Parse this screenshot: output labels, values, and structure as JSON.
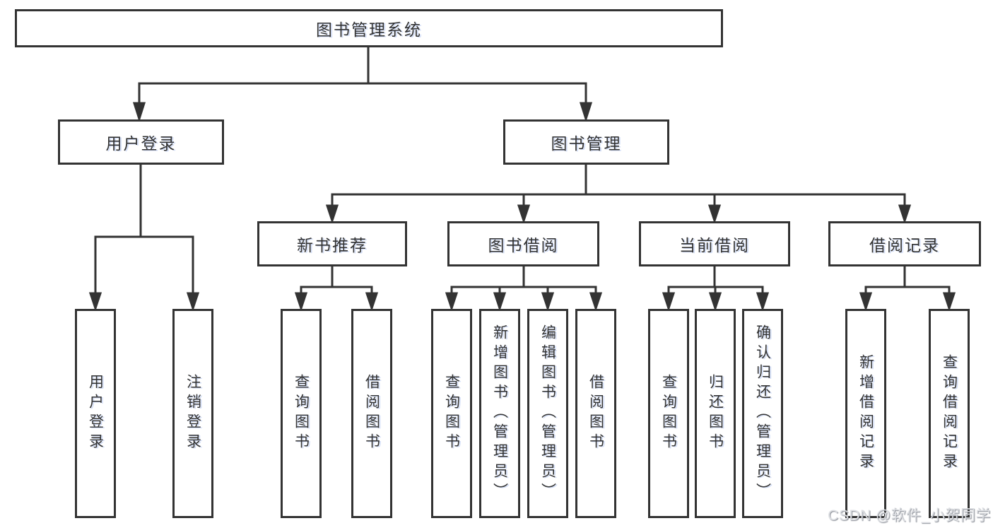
{
  "tree": {
    "root": {
      "label": "图书管理系统",
      "children": [
        {
          "label": "用户登录",
          "children": [
            {
              "label": "用户登录"
            },
            {
              "label": "注销登录"
            }
          ]
        },
        {
          "label": "图书管理",
          "children": [
            {
              "label": "新书推荐",
              "children": [
                {
                  "label": "查询图书"
                },
                {
                  "label": "借阅图书"
                }
              ]
            },
            {
              "label": "图书借阅",
              "children": [
                {
                  "label": "查询图书"
                },
                {
                  "label": "新增图书（管理员）"
                },
                {
                  "label": "编辑图书（管理员）"
                },
                {
                  "label": "借阅图书"
                }
              ]
            },
            {
              "label": "当前借阅",
              "children": [
                {
                  "label": "查询图书"
                },
                {
                  "label": "归还图书"
                },
                {
                  "label": "确认归还（管理员）"
                }
              ]
            },
            {
              "label": "借阅记录",
              "children": [
                {
                  "label": "新增借阅记录"
                },
                {
                  "label": "查询借阅记录"
                }
              ]
            }
          ]
        }
      ]
    }
  },
  "watermark": "CSDN @软件_小贺同学",
  "colors": {
    "line": "#333333",
    "box_border": "#333333",
    "text": "#333333",
    "background": "#ffffff",
    "watermark": "#dcdee2"
  }
}
